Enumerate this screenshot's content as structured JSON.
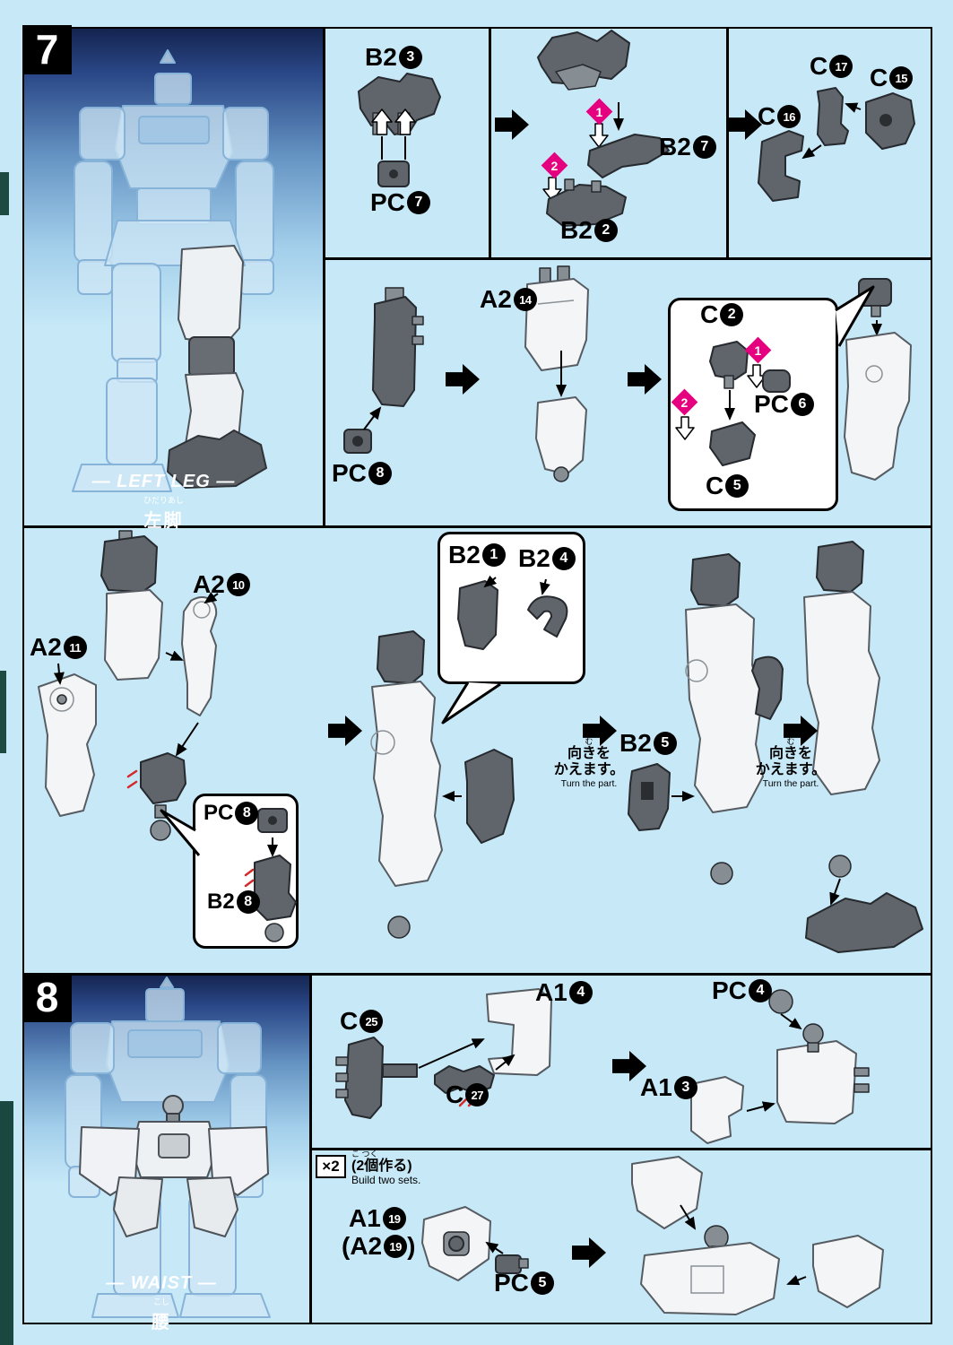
{
  "page": {
    "bg": "#c6e8f7",
    "accent_pink": "#e4007f"
  },
  "step7": {
    "num": "7",
    "side": {
      "title": "— LEFT LEG —",
      "furigana": "ひだりあし",
      "kanji": "左脚"
    },
    "row1": {
      "b23": {
        "code": "B2",
        "n": "3"
      },
      "pc7": {
        "code": "PC",
        "n": "7"
      },
      "d1": "1",
      "d2": "2",
      "b27": {
        "code": "B2",
        "n": "7"
      },
      "b22": {
        "code": "B2",
        "n": "2"
      },
      "c16": {
        "code": "C",
        "n": "16"
      },
      "c17": {
        "code": "C",
        "n": "17"
      },
      "c15": {
        "code": "C",
        "n": "15"
      }
    },
    "row2": {
      "pc8": {
        "code": "PC",
        "n": "8"
      },
      "a214": {
        "code": "A2",
        "n": "14"
      },
      "c2": {
        "code": "C",
        "n": "2"
      },
      "d1": "1",
      "pc6": {
        "code": "PC",
        "n": "6"
      },
      "d2": "2",
      "c5": {
        "code": "C",
        "n": "5"
      }
    },
    "row3": {
      "a210": {
        "code": "A2",
        "n": "10"
      },
      "a211": {
        "code": "A2",
        "n": "11"
      },
      "pc8": {
        "code": "PC",
        "n": "8"
      },
      "b28": {
        "code": "B2",
        "n": "8"
      },
      "b21": {
        "code": "B2",
        "n": "1"
      },
      "b24": {
        "code": "B2",
        "n": "4"
      },
      "b25": {
        "code": "B2",
        "n": "5"
      },
      "turn": {
        "furi": "む",
        "jp1": "向きを",
        "jp2": "かえます。",
        "en": "Turn the part."
      }
    }
  },
  "step8": {
    "num": "8",
    "side": {
      "title": "— WAIST —",
      "furigana": "こし",
      "kanji": "腰"
    },
    "top": {
      "c25": {
        "code": "C",
        "n": "25"
      },
      "c27": {
        "code": "C",
        "n": "27"
      },
      "a14": {
        "code": "A1",
        "n": "4"
      },
      "a13": {
        "code": "A1",
        "n": "3"
      },
      "pc4": {
        "code": "PC",
        "n": "4"
      }
    },
    "bottom": {
      "x2": "×2",
      "note_furigana": "こ つく",
      "note": "(2個作る)",
      "note_en": "Build two sets.",
      "a119": {
        "code": "A1",
        "n": "19"
      },
      "a219": {
        "pre": "(",
        "code": "A2",
        "n": "19",
        "post": ")"
      },
      "pc5": {
        "code": "PC",
        "n": "5"
      }
    }
  }
}
